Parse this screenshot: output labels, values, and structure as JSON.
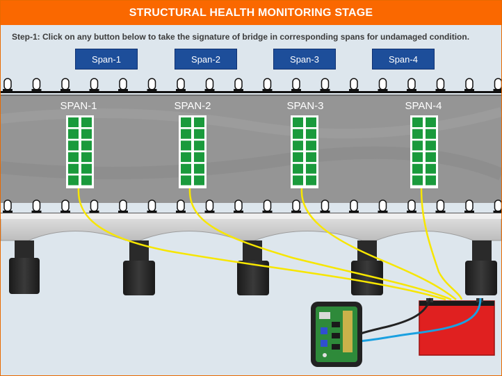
{
  "header": {
    "title": "STRUCTURAL HEALTH MONITORING STAGE"
  },
  "instruction": "Step-1: Click on any button below to take the signature of bridge in corresponding spans for undamaged condition.",
  "buttons": [
    "Span-1",
    "Span-2",
    "Span-3",
    "Span-4"
  ],
  "spans": [
    "SPAN-1",
    "SPAN-2",
    "SPAN-3",
    "SPAN-4"
  ],
  "colors": {
    "header": "#fa6800",
    "button": "#1d4e9a",
    "sensor": "#1a9a3c",
    "wire_yellow": "#f7e600",
    "wire_blue": "#1aa0e0",
    "battery": "#e02020"
  }
}
